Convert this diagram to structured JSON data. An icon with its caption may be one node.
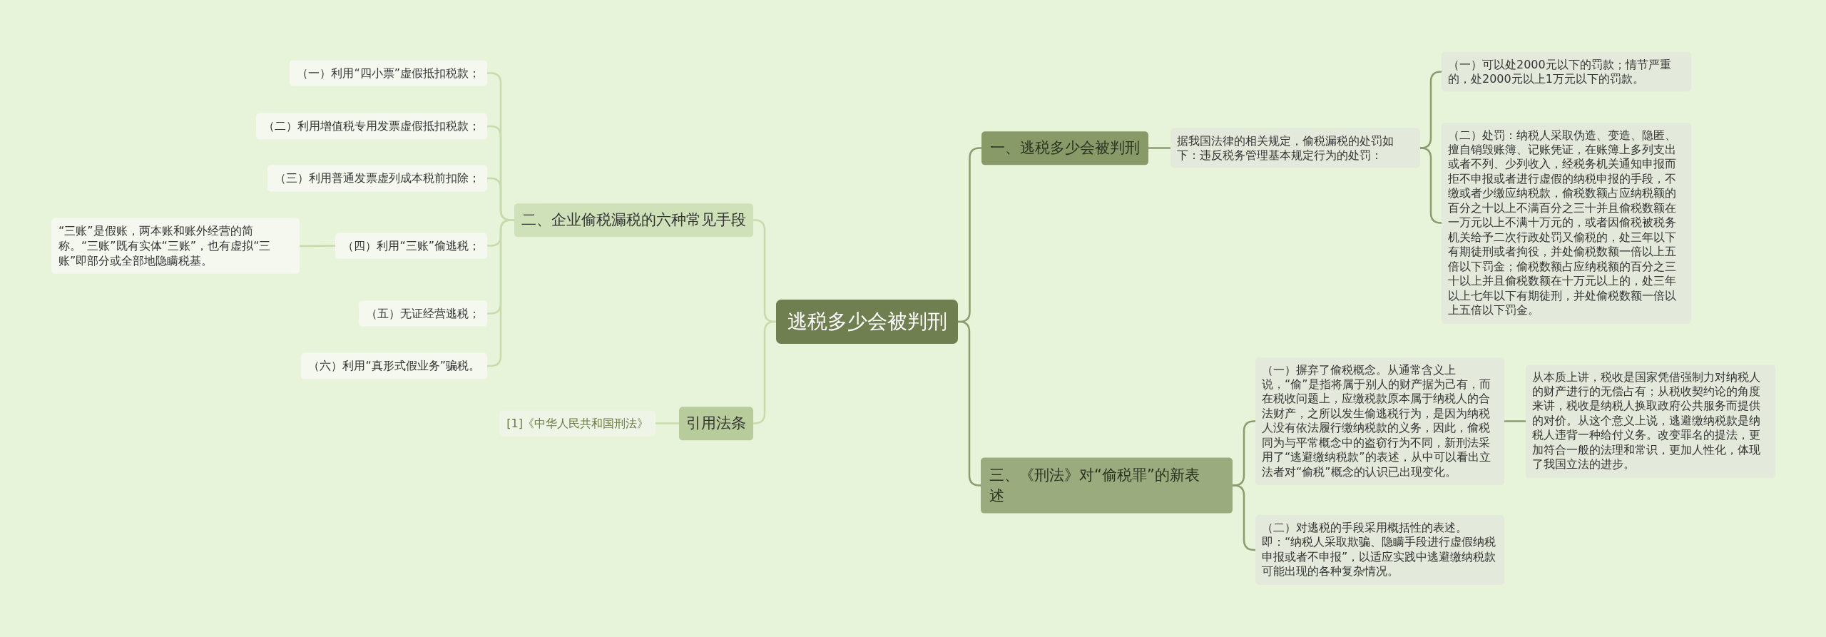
{
  "diagram": {
    "nodes": [
      {
        "text": [
          "逃税多少会被判刑"
        ]
      },
      {
        "text": [
          "二、企业偷税漏税的六种常见手段"
        ]
      },
      {
        "text": [
          "（一）利用“四小票”虚假抵扣税款；"
        ]
      },
      {
        "text": [
          "（二）利用增值税专用发票虚假抵扣税款；"
        ]
      },
      {
        "text": [
          "（三）利用普通发票虚列成本税前扣除；"
        ]
      },
      {
        "text": [
          "（四）利用“三账”偷逃税；"
        ]
      },
      {
        "text": [
          "“三账”是假账，两本账和账外经营的简称。“三账”既有实体“三账”，也有虚拟“三账”即部分或全部地隐瞒税基。"
        ]
      },
      {
        "text": [
          "（五）无证经营逃税；"
        ]
      },
      {
        "text": [
          "（六）利用“真形式假业务”骗税。"
        ]
      },
      {
        "text": [
          "引用法条"
        ]
      },
      {
        "text": [
          "[1]《中华人民共和国刑法》"
        ]
      },
      {
        "text": [
          "一、逃税多少会被判刑"
        ]
      },
      {
        "text": [
          "据我国法律的相关规定，偷税漏税的处罚如下：违反税务管理基本规定行为的处罚："
        ]
      },
      {
        "text": [
          "（一）可以处2000元以下的罚款；情节严重的，处2000元以上1万元以下的罚款。"
        ]
      },
      {
        "text": [
          "（二）处罚：纳税人采取伪造、变造、隐匿、擅自销毁账簿、记账凭证，在账簿上多列支出或者不列、少列收入，经税务机关通知申报而拒不申报或者进行虚假的纳税申报的手段，不缴或者少缴应纳税款，偷税数额占应纳税额的百分之十以上不满百分之三十并且偷税数额在一万元以上不满十万元的，或者因偷税被税务机关给予二次行政处罚又偷税的，处三年以下有期徒刑或者拘役，并处偷税数额一倍以上五倍以下罚金；偷税数额占应纳税额的百分之三十以上并且偷税数额在十万元以上的，处三年以上七年以下有期徒刑，并处偷税数额一倍以上五倍以下罚金。"
        ]
      },
      {
        "text": [
          "三、《刑法》对“偷税罪”的新表述"
        ]
      },
      {
        "text": [
          "（一）摒弃了偷税概念。从通常含义上说，“偷”是指将属于别人的财产据为己有，而在税收问题上，应缴税款原本属于纳税人的合法财产，之所以发生偷逃税行为，是因为纳税人没有依法履行缴纳税款的义务，因此，偷税同为与平常概念中的盗窃行为不同，新刑法采用了“逃避缴纳税款”的表述，从中可以看出立法者对“偷税”概念的认识已出现变化。"
        ]
      },
      {
        "text": [
          "从本质上讲，税收是国家凭借强制力对纳税人的财产进行的无偿占有；从税收契约论的角度来讲，税收是纳税人换取政府公共服务而提供的对价。从这个意义上说，逃避缴纳税款是纳税人违背一种给付义务。改变罪名的提法，更加符合一般的法理和常识，更加人性化，体现了我国立法的进步。"
        ]
      },
      {
        "text": [
          "（二）对逃税的手段采用概括性的表述。即：“纳税人采取欺骗、隐瞒手段进行虚假纳税申报或者不申报”，以适应实践中逃避缴纳税款可能出现的各种复杂情况。"
        ]
      }
    ],
    "edges": [
      {
        "from": 0,
        "to": 1,
        "arrow": "none"
      },
      {
        "from": 1,
        "to": 2,
        "arrow": "none"
      },
      {
        "from": 1,
        "to": 3,
        "arrow": "none"
      },
      {
        "from": 1,
        "to": 4,
        "arrow": "none"
      },
      {
        "from": 1,
        "to": 5,
        "arrow": "none"
      },
      {
        "from": 5,
        "to": 6,
        "arrow": "none"
      },
      {
        "from": 1,
        "to": 7,
        "arrow": "none"
      },
      {
        "from": 1,
        "to": 8,
        "arrow": "none"
      },
      {
        "from": 0,
        "to": 9,
        "arrow": "none"
      },
      {
        "from": 9,
        "to": 10,
        "arrow": "none"
      },
      {
        "from": 0,
        "to": 11,
        "arrow": "none",
        "color": "#8c9c6e"
      },
      {
        "from": 11,
        "to": 12,
        "arrow": "none",
        "color": "#8c9c6e"
      },
      {
        "from": 12,
        "to": 13,
        "arrow": "none",
        "color": "#8c9c6e"
      },
      {
        "from": 12,
        "to": 14,
        "arrow": "none",
        "color": "#8c9c6e"
      },
      {
        "from": 0,
        "to": 15,
        "arrow": "none",
        "color": "#8c9c6e"
      },
      {
        "from": 15,
        "to": 16,
        "arrow": "none",
        "color": "#8c9c6e"
      },
      {
        "from": 16,
        "to": 17,
        "arrow": "none",
        "color": "#8c9c6e"
      },
      {
        "from": 15,
        "to": 18,
        "arrow": "none",
        "color": "#8c9c6e"
      }
    ]
  }
}
